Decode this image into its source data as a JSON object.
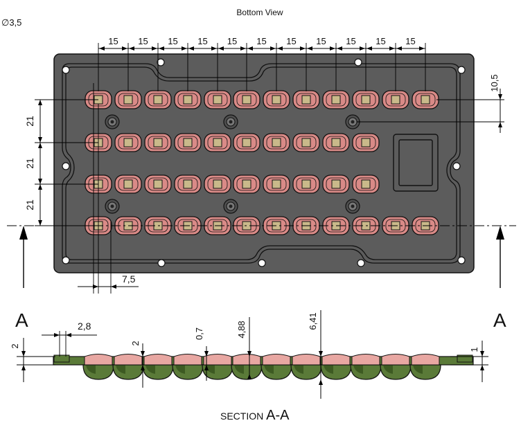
{
  "title": "Bottom View",
  "hole_label": "∅3,5",
  "pitch_label": "15",
  "dim_10_5": "10,5",
  "dim_21": "21",
  "dim_7_5": "7,5",
  "section_letter": "A",
  "section_caption_prefix": "SECTION",
  "section_caption_suffix": "A-A",
  "section_dims": {
    "d_2_8": "2,8",
    "d_2_left": "2",
    "d_2_mid": "2",
    "d_0_7": "0,7",
    "d_4_88": "4,88",
    "d_6_41": "6,41",
    "d_1": "1"
  },
  "colors": {
    "plate": "#5c5c5c",
    "outline": "#111111",
    "led_body": "#d98a87",
    "led_pad": "#c9b98a",
    "lens_green": "#5a7a38",
    "lens_pink": "#e8a7a2"
  }
}
